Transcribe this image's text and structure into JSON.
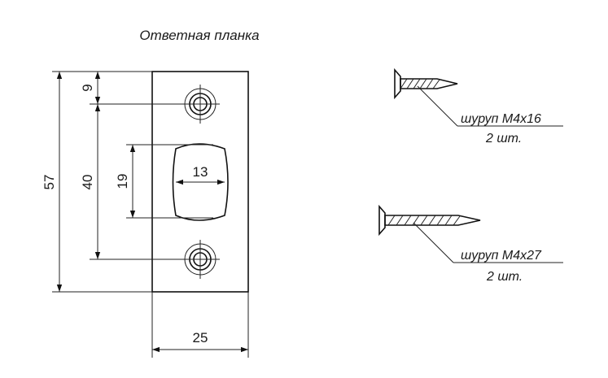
{
  "title": "Ответная планка",
  "dimensions": {
    "height_total": "57",
    "hole_offset": "9",
    "hole_spacing": "40",
    "slot_height": "19",
    "slot_width": "13",
    "plate_width": "25"
  },
  "screws": [
    {
      "name": "шуруп М4х16",
      "qty": "2 шт."
    },
    {
      "name": "шуруп М4х27",
      "qty": "2 шт."
    }
  ],
  "colors": {
    "line": "#111111",
    "background": "#ffffff"
  }
}
